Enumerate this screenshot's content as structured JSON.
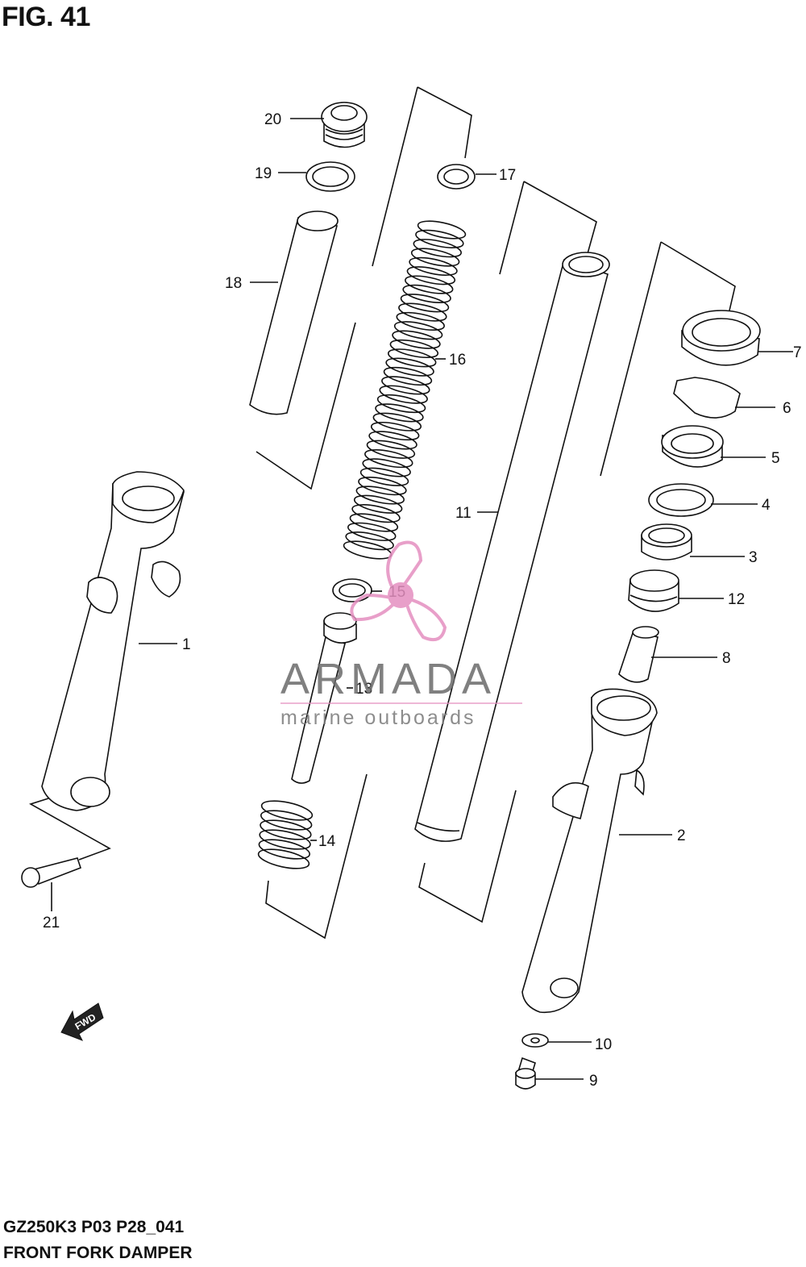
{
  "figure": {
    "title": "FIG. 41"
  },
  "footer": {
    "model_code": "GZ250K3 P03 P28_041",
    "group_name": "FRONT FORK  DAMPER"
  },
  "callouts": [
    "20",
    "19",
    "17",
    "18",
    "16",
    "7",
    "6",
    "5",
    "11",
    "4",
    "3",
    "12",
    "15",
    "1",
    "8",
    "13",
    "14",
    "2",
    "21",
    "10",
    "9"
  ],
  "watermark": {
    "brand": "ARMADA",
    "tagline": "marine outboards",
    "accent_color": "#e58fc0",
    "text_color": "#6b6b6b"
  },
  "direction_badge": {
    "label": "FWD",
    "icon": "fwd-arrow-icon"
  }
}
